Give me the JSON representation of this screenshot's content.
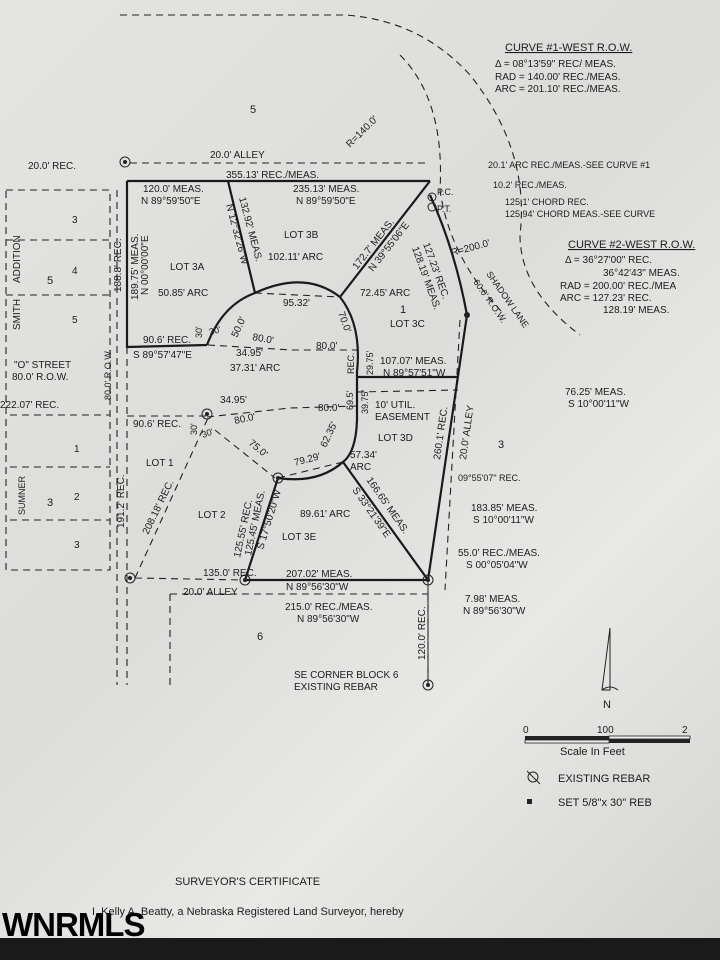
{
  "curve1": {
    "title": "CURVE #1-WEST R.O.W.",
    "delta": "Δ  =  08°13'59\" REC/ MEAS.",
    "rad": "RAD = 140.00' REC./MEAS.",
    "arc": "ARC = 201.10' REC./MEAS."
  },
  "curve2": {
    "title": "CURVE #2-WEST R.O.W.",
    "delta_rec": "Δ  =  36°27'00\" REC.",
    "delta_meas": "36°42'43\" MEAS.",
    "rad": "RAD = 200.00' REC./MEA",
    "arc_rec": "ARC = 127.23' REC.",
    "arc_meas": "128.19' MEAS."
  },
  "labels": {
    "block5_top": "5",
    "r140": "R=140.0'",
    "alley_top": "20.0' ALLEY",
    "rec20": "20.0' REC.",
    "top_total": "355.13' REC./MEAS.",
    "top_w_dist": "120.0' MEAS.",
    "top_w_brg": "N 89°59'50\"E",
    "top_e_dist": "235.13' MEAS.",
    "top_e_brg": "N 89°59'50\"E",
    "arc_see1": "20.1' ARC REC./MEAS.-SEE CURVE #1",
    "rec10": "10.2' REC./MEAS.",
    "chord_rec": "125.1' CHORD REC.",
    "chord_meas": "125.94' CHORD MEAS.-SEE CURVE",
    "pc": "P.C.",
    "pt": "P.T.",
    "r200": "R=200.0'",
    "shadow_lane": "SHADOW LANE",
    "shadow_row": "60.0' R.O.W.",
    "arc127": "127.23' REC.",
    "arc128": "128.19' MEAS.",
    "lot3a": "LOT 3A",
    "lot3b": "LOT 3B",
    "lot3c": "LOT 3C",
    "lot3d": "LOT 3D",
    "lot3e": "LOT 3E",
    "lot1": "LOT 1",
    "lot2": "LOT 2",
    "d132": "132.92' MEAS.",
    "b132": "N 12°32'26\"W",
    "arc102": "102.11' ARC",
    "d172": "172.7' MEAS.",
    "b172": "N 39°55'06\"E",
    "arc50": "50.85' ARC",
    "d95": "95.32'",
    "arc72": "72.45' ARC",
    "block1": "1",
    "d50": "50.0'",
    "d70": "70.0'",
    "w_meas": "189.75' MEAS.",
    "w_brg": "N 00°00'00\"E",
    "w_rec": "188.8' REC.",
    "smith": "SMITH",
    "addition": "ADDITION",
    "block5": "5",
    "s3": "3",
    "s4": "4",
    "s5": "5",
    "d906a": "90.6' REC.",
    "b906": "S 89°57'47\"E",
    "d30a": "30'",
    "d30b": "30'",
    "d80a": "80.0'",
    "d80b": "80.0'",
    "d3495a": "34.95'",
    "arc3731": "37.31' ARC",
    "d2975": "29.75'",
    "d107": "107.07' MEAS.",
    "b107": "N 89°57'51\"W",
    "o_street": "\"O\" STREET",
    "o_row": "80.0' R.O.W.",
    "row80": "80.0' R.O.W.",
    "d222": "222.07' REC.",
    "d906b": "90.6' REC.",
    "d3495b": "34.95'",
    "d80c": "80.0'",
    "d80d": "80.0'",
    "d30c": "30'",
    "d30d": "30'",
    "d695": "69.5'",
    "d3975": "39.75'",
    "util": "10' UTIL.",
    "easement": "EASEMENT",
    "rec_e": "REC.",
    "d7625": "76.25' MEAS.",
    "b7625": "S 10°00'11\"W",
    "alley_e": "20.0' ALLEY",
    "d2601": "260.1' REC.",
    "block3e": "3",
    "d750": "75.0'",
    "d6235": "62.35'",
    "arc5734": "57.34'",
    "arc_w": "ARC",
    "d7929": "79.29'",
    "sumner": "SUMNER",
    "block3w": "3",
    "n1": "1",
    "n2": "2",
    "n3": "3",
    "d1912": "191.2' REC.",
    "d20818": "208.18' REC.",
    "b095507": "09°55'07\" REC.",
    "d18385": "183.85' MEAS.",
    "b18385": "S 10°00'11\"W",
    "d12555": "125.55' REC.",
    "d12545": "125.45' MEAS.",
    "b12555": "S 17°50'20\"W",
    "arc8961": "89.61' ARC",
    "d16665": "166.65' MEAS.",
    "b16665": "S 33°21'39\"E",
    "d55": "55.0' REC./MEAS.",
    "b55": "S 00°05'04\"W",
    "d135": "135.0' REC.",
    "alley_s": "20.0' ALLEY",
    "d20702": "207.02' MEAS.",
    "b20702": "N 89°56'30\"W",
    "d798": "7.98' MEAS.",
    "b798": "N 89°56'30\"W",
    "d215": "215.0' REC./MEAS.",
    "b215": "N 89°56'30\"W",
    "block6": "6",
    "d120": "120.0' REC.",
    "se1": "SE CORNER BLOCK 6",
    "se2": "EXISTING REBAR"
  },
  "north": "N",
  "scale": {
    "t0": "0",
    "t100": "100",
    "t2": "2",
    "label": "Scale In Feet"
  },
  "legend": {
    "existing": "EXISTING REBAR",
    "set": "SET 5/8\"x 30\" REB"
  },
  "certificate": {
    "title": "SURVEYOR'S CERTIFICATE",
    "text": "I, Kelly A. Beatty, a Nebraska Registered Land Surveyor, hereby"
  },
  "watermark": "WNRMLS"
}
